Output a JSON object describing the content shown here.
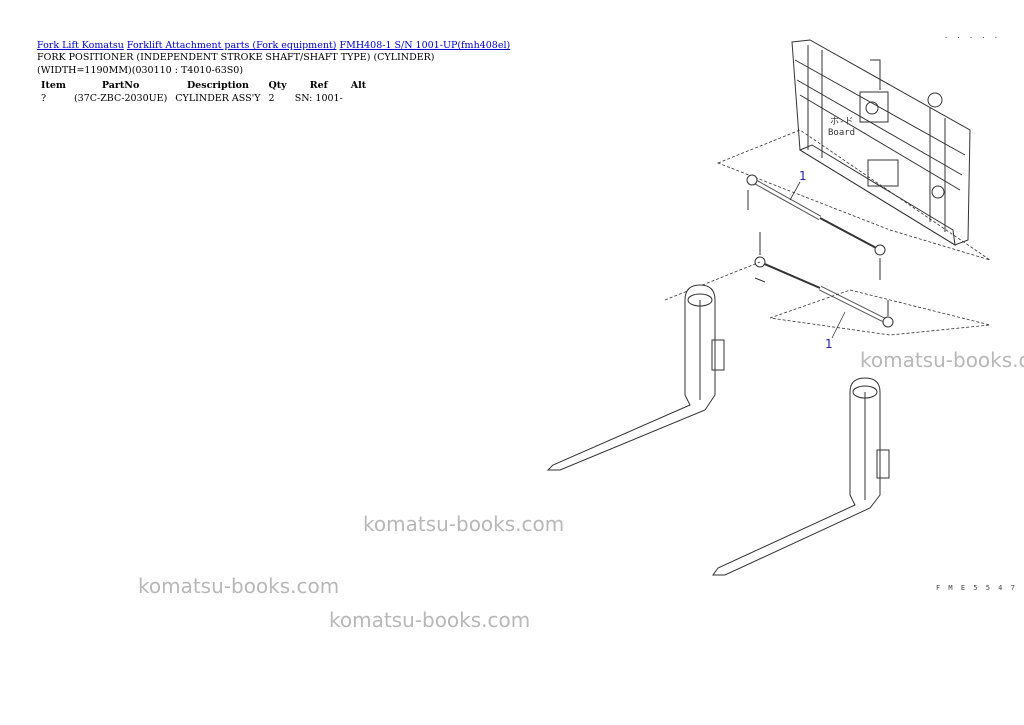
{
  "breadcrumbs": [
    {
      "label": "Fork Lift Komatsu"
    },
    {
      "label": "Forklift Attachment parts (Fork equipment)"
    },
    {
      "label": "FMH408-1 S/N 1001-UP(fmh408el)"
    }
  ],
  "page_title": "FORK POSITIONER (INDEPENDENT STROKE SHAFT/SHAFT TYPE) (CYLINDER) (WIDTH=1190MM)(030110 : T4010-63S0)",
  "table": {
    "headers": [
      "Item",
      "PartNo",
      "Description",
      "Qty",
      "Ref",
      "Alt"
    ],
    "rows": [
      {
        "item": "?",
        "partno": "(37C-ZBC-2030UE)",
        "description": "CYLINDER ASS'Y",
        "qty": "2",
        "ref": "SN: 1001-",
        "alt": ""
      }
    ]
  },
  "drawing": {
    "callouts": [
      "1",
      "1"
    ],
    "board_label": "ホ-ド\nBoard",
    "code_top": ". . . . .",
    "code_bottom": "F M E 5 5 4 7"
  },
  "watermarks": [
    "komatsu-books.com",
    "komatsu-books.com",
    "komatsu-books.com",
    "komatsu-books.com"
  ]
}
